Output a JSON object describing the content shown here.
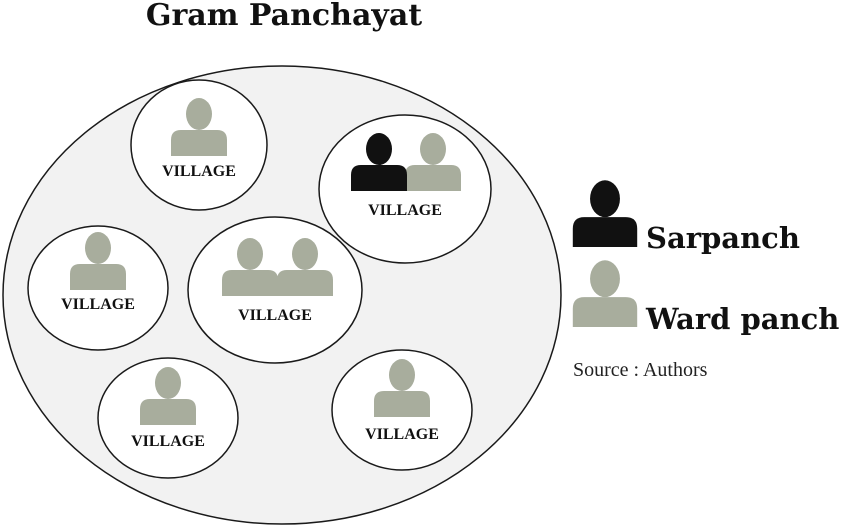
{
  "title": "Gram Panchayat",
  "village_label": "VILLAGE",
  "colors": {
    "sarpanch": "#111111",
    "ward_panch": "#a8ad9d",
    "panchayat_fill": "#f2f2f2",
    "village_fill": "#ffffff",
    "outline": "#1a1a1a"
  },
  "villages": [
    {
      "members": [
        "ward-panch"
      ]
    },
    {
      "members": [
        "sarpanch",
        "ward-panch"
      ]
    },
    {
      "members": [
        "ward-panch"
      ]
    },
    {
      "members": [
        "ward-panch",
        "ward-panch"
      ]
    },
    {
      "members": [
        "ward-panch"
      ]
    },
    {
      "members": [
        "ward-panch"
      ]
    }
  ],
  "legend": {
    "sarpanch": "Sarpanch",
    "ward_panch": "Ward panch"
  },
  "source": "Source : Authors"
}
